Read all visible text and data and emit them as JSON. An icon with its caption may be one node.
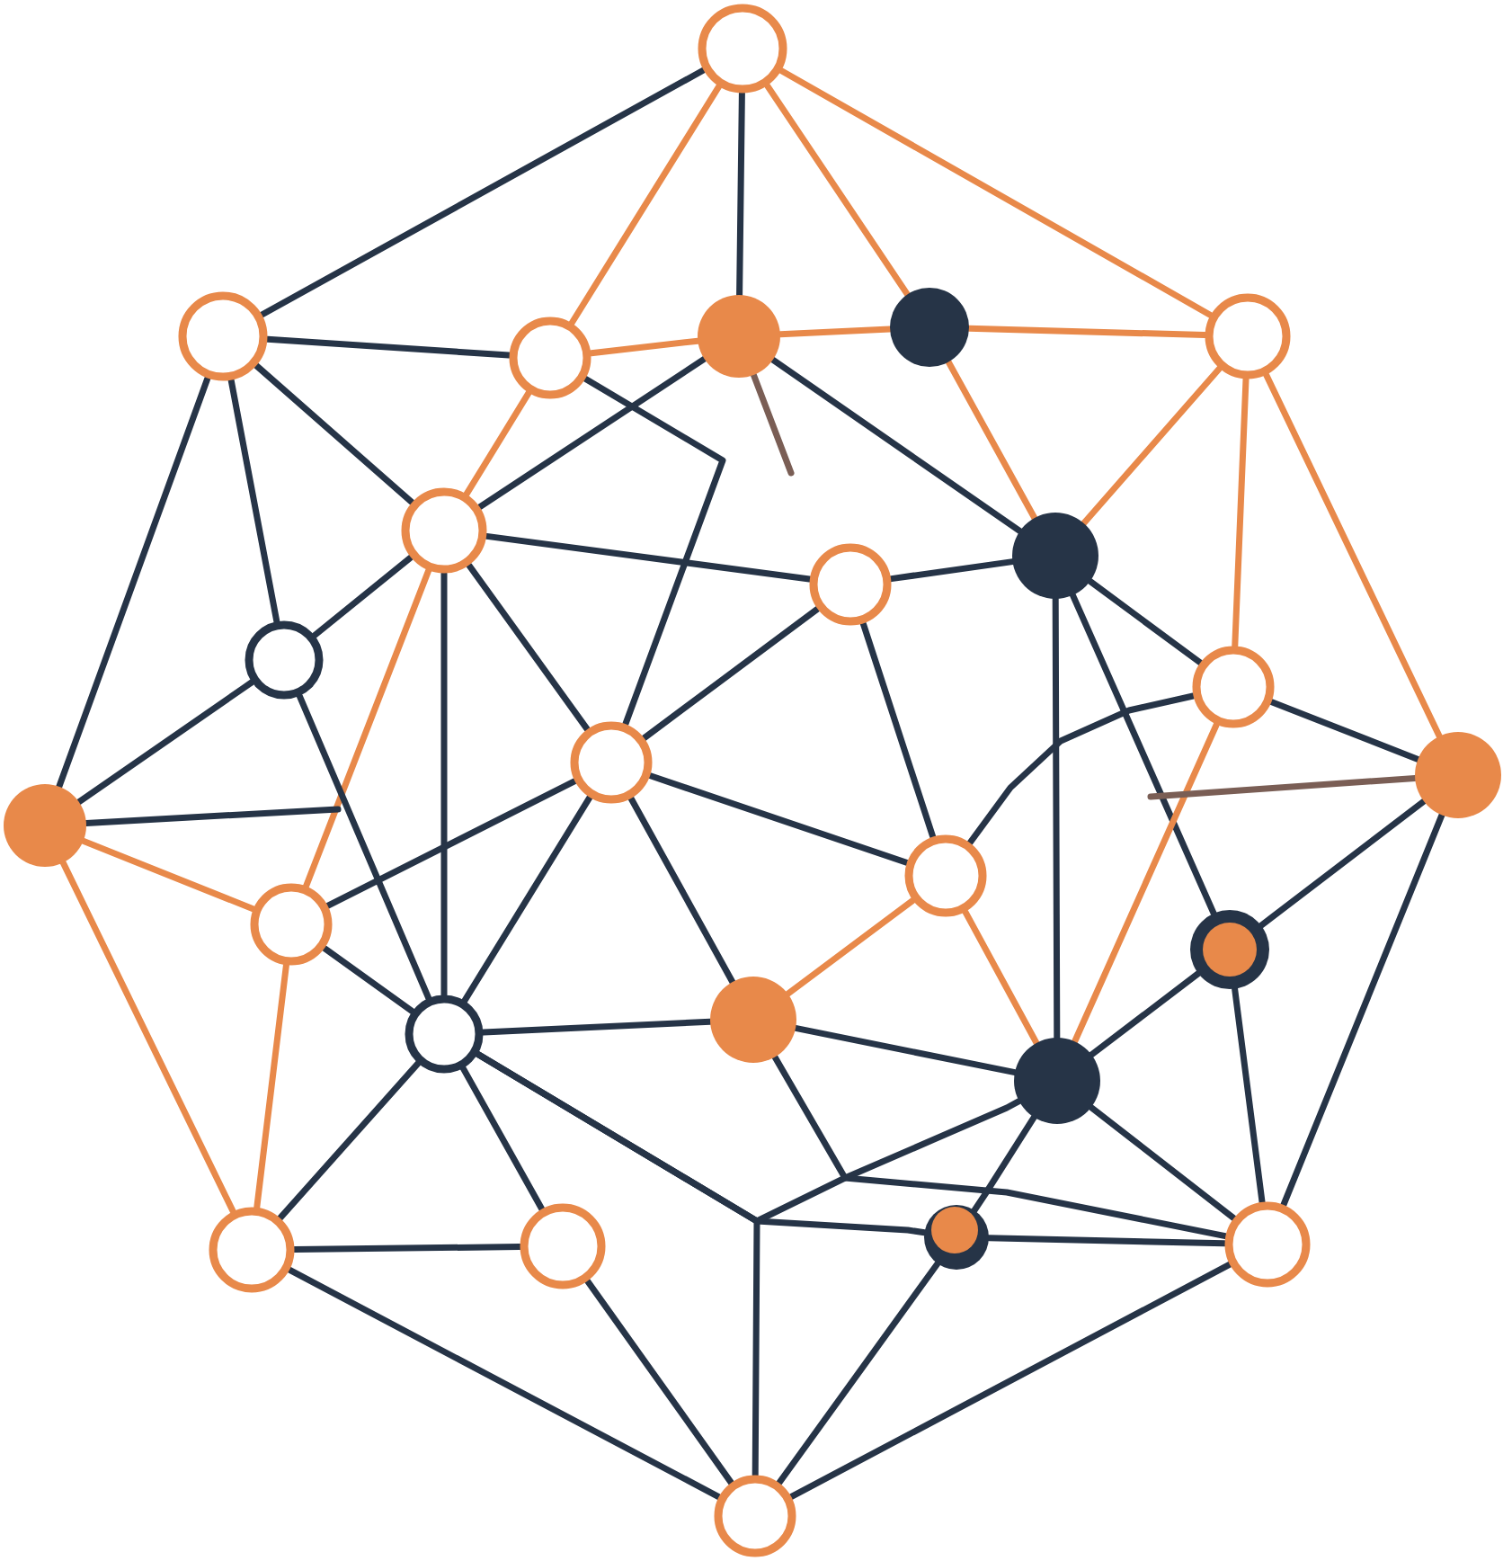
{
  "diagram": {
    "nodes": [
      {
        "text": [],
        "shape": "circle"
      },
      {
        "text": [],
        "shape": "circle"
      },
      {
        "text": [],
        "shape": "circle"
      },
      {
        "text": [],
        "shape": "circle"
      },
      {
        "text": [],
        "shape": "circle"
      },
      {
        "text": [],
        "shape": "circle"
      },
      {
        "text": [],
        "shape": "circle"
      },
      {
        "text": [],
        "shape": "circle"
      },
      {
        "text": [],
        "shape": "circle"
      },
      {
        "text": [],
        "shape": "circle"
      },
      {
        "text": [],
        "shape": "circle"
      },
      {
        "text": [],
        "shape": "circle"
      },
      {
        "text": [],
        "shape": "circle"
      },
      {
        "text": [],
        "shape": "circle"
      },
      {
        "text": [],
        "shape": "circle"
      },
      {
        "text": [],
        "shape": "circle"
      },
      {
        "text": [],
        "shape": "circle"
      },
      {
        "text": [],
        "shape": "circle"
      },
      {
        "text": [],
        "shape": "circle"
      },
      {
        "text": [],
        "shape": "circle"
      },
      {
        "text": [],
        "shape": "circle"
      },
      {
        "text": [],
        "shape": "circle"
      },
      {
        "text": [],
        "shape": "circle"
      },
      {
        "text": [],
        "shape": "circle"
      },
      {
        "text": [],
        "shape": "circle"
      }
    ],
    "edges": [
      {
        "from": 0,
        "to": 1,
        "arrow": "none"
      },
      {
        "from": 0,
        "to": 2,
        "arrow": "none",
        "color": "#e8894a"
      },
      {
        "from": 0,
        "to": 3,
        "arrow": "none"
      },
      {
        "from": 0,
        "to": 4,
        "arrow": "none",
        "color": "#e8894a"
      },
      {
        "from": 0,
        "to": 5,
        "arrow": "none",
        "color": "#e8894a"
      },
      {
        "from": 1,
        "to": 2,
        "arrow": "none"
      },
      {
        "from": 2,
        "to": 3,
        "arrow": "none",
        "color": "#e8894a"
      },
      {
        "from": 3,
        "to": 4,
        "arrow": "none",
        "color": "#e8894a"
      },
      {
        "from": 4,
        "to": 5,
        "arrow": "none",
        "color": "#e8894a"
      },
      {
        "from": 1,
        "to": 6,
        "arrow": "none"
      },
      {
        "from": 1,
        "to": 9,
        "arrow": "none"
      },
      {
        "from": 1,
        "to": 12,
        "arrow": "none"
      },
      {
        "from": 2,
        "to": 6,
        "arrow": "none",
        "color": "#e8894a"
      },
      {
        "from": 2,
        "to": 11,
        "arrow": "none"
      },
      {
        "from": 3,
        "to": 6,
        "arrow": "none"
      },
      {
        "from": 3,
        "to": 8,
        "arrow": "none"
      },
      {
        "from": 3,
        "to": null,
        "arrow": "none",
        "color": "#7a5e55"
      },
      {
        "from": 4,
        "to": 8,
        "arrow": "none",
        "color": "#e8894a"
      },
      {
        "from": 5,
        "to": 8,
        "arrow": "none",
        "color": "#e8894a"
      },
      {
        "from": 5,
        "to": 10,
        "arrow": "none",
        "color": "#e8894a"
      },
      {
        "from": 5,
        "to": 13,
        "arrow": "none",
        "color": "#e8894a"
      },
      {
        "from": 6,
        "to": 9,
        "arrow": "none"
      },
      {
        "from": 6,
        "to": 7,
        "arrow": "none"
      },
      {
        "from": 6,
        "to": 11,
        "arrow": "none"
      },
      {
        "from": 6,
        "to": 17,
        "arrow": "none"
      },
      {
        "from": 6,
        "to": 15,
        "arrow": "none",
        "color": "#e8894a"
      },
      {
        "from": 7,
        "to": 8,
        "arrow": "none"
      },
      {
        "from": 7,
        "to": 11,
        "arrow": "none"
      },
      {
        "from": 7,
        "to": 14,
        "arrow": "none"
      },
      {
        "from": 8,
        "to": 10,
        "arrow": "none"
      },
      {
        "from": 8,
        "to": 19,
        "arrow": "none"
      },
      {
        "from": 8,
        "to": 16,
        "arrow": "none"
      },
      {
        "from": 9,
        "to": 12,
        "arrow": "none"
      },
      {
        "from": 9,
        "to": 17,
        "arrow": "none"
      },
      {
        "from": 10,
        "to": 13,
        "arrow": "none"
      },
      {
        "from": 10,
        "to": 14,
        "arrow": "none"
      },
      {
        "from": 10,
        "to": 19,
        "arrow": "none",
        "color": "#e8894a"
      },
      {
        "from": 11,
        "to": 15,
        "arrow": "none"
      },
      {
        "from": 11,
        "to": 17,
        "arrow": "none"
      },
      {
        "from": 11,
        "to": 18,
        "arrow": "none"
      },
      {
        "from": 11,
        "to": 14,
        "arrow": "none"
      },
      {
        "from": 12,
        "to": null,
        "arrow": "none"
      },
      {
        "from": 12,
        "to": 15,
        "arrow": "none",
        "color": "#e8894a"
      },
      {
        "from": 12,
        "to": 20,
        "arrow": "none",
        "color": "#e8894a"
      },
      {
        "from": 13,
        "to": null,
        "arrow": "none",
        "color": "#7a5e55"
      },
      {
        "from": 13,
        "to": 16,
        "arrow": "none"
      },
      {
        "from": 13,
        "to": 23,
        "arrow": "none"
      },
      {
        "from": 14,
        "to": 18,
        "arrow": "none",
        "color": "#e8894a"
      },
      {
        "from": 14,
        "to": 19,
        "arrow": "none",
        "color": "#e8894a"
      },
      {
        "from": 15,
        "to": 17,
        "arrow": "none"
      },
      {
        "from": 15,
        "to": 20,
        "arrow": "none",
        "color": "#e8894a"
      },
      {
        "from": 16,
        "to": 19,
        "arrow": "none"
      },
      {
        "from": 16,
        "to": 23,
        "arrow": "none"
      },
      {
        "from": 17,
        "to": 18,
        "arrow": "none"
      },
      {
        "from": 17,
        "to": 20,
        "arrow": "none"
      },
      {
        "from": 17,
        "to": 21,
        "arrow": "none"
      },
      {
        "from": 17,
        "to": 24,
        "arrow": "none"
      },
      {
        "from": 17,
        "to": 22,
        "arrow": "none"
      },
      {
        "from": 17,
        "to": 19,
        "arrow": "none"
      },
      {
        "from": 18,
        "to": 19,
        "arrow": "none"
      },
      {
        "from": 18,
        "to": 23,
        "arrow": "none"
      },
      {
        "from": 19,
        "to": 22,
        "arrow": "none"
      },
      {
        "from": 19,
        "to": 23,
        "arrow": "none"
      },
      {
        "from": 20,
        "to": 21,
        "arrow": "none"
      },
      {
        "from": 20,
        "to": 24,
        "arrow": "none"
      },
      {
        "from": 21,
        "to": 24,
        "arrow": "none"
      },
      {
        "from": 22,
        "to": 23,
        "arrow": "none"
      },
      {
        "from": 22,
        "to": 24,
        "arrow": "none"
      },
      {
        "from": 23,
        "to": 24,
        "arrow": "none"
      }
    ]
  }
}
